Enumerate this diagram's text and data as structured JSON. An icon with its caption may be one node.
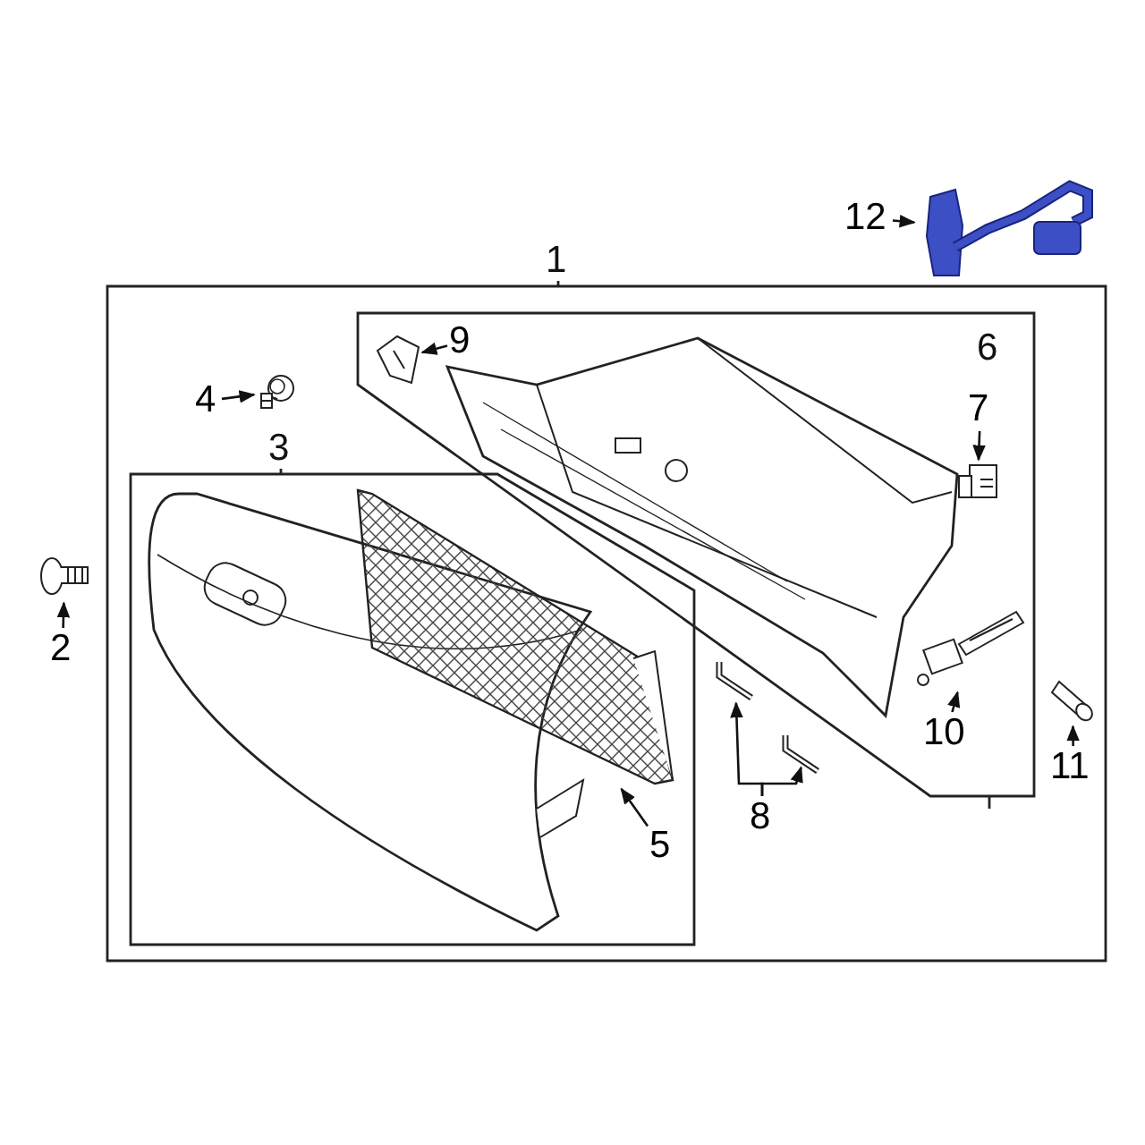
{
  "diagram": {
    "nodes": [
      {
        "text": [
          "1"
        ]
      },
      {
        "text": [
          "12"
        ]
      },
      {
        "text": [],
        "shape": "picture"
      },
      {
        "text": [
          "2"
        ]
      },
      {
        "text": [],
        "shape": "picture"
      },
      {
        "text": [
          "4"
        ],
        "in": 0
      },
      {
        "text": [],
        "shape": "picture",
        "in": 0
      },
      {
        "text": [
          "3"
        ],
        "in": 0
      },
      {
        "text": [],
        "shape": "picture",
        "in": 7
      },
      {
        "text": [],
        "shape": "picture",
        "in": 7
      },
      {
        "text": [
          "5"
        ],
        "in": 7
      },
      {
        "text": [
          "6"
        ],
        "in": 0
      },
      {
        "text": [
          "9"
        ],
        "in": 11
      },
      {
        "text": [],
        "shape": "picture",
        "in": 11
      },
      {
        "text": [],
        "shape": "picture",
        "in": 11
      },
      {
        "text": [
          "7"
        ],
        "in": 11
      },
      {
        "text": [],
        "shape": "picture",
        "in": 11
      },
      {
        "text": [],
        "shape": "picture",
        "in": 11
      },
      {
        "text": [
          "10"
        ],
        "in": 11
      },
      {
        "text": [],
        "shape": "picture",
        "in": 0
      },
      {
        "text": [],
        "shape": "picture",
        "in": 0
      },
      {
        "text": [
          "8"
        ],
        "in": 0
      },
      {
        "text": [],
        "shape": "picture",
        "in": 0
      },
      {
        "text": [
          "11"
        ],
        "in": 0
      }
    ],
    "edges": [
      {
        "from": 1,
        "to": 2,
        "arrow": "to"
      },
      {
        "from": 3,
        "to": 4,
        "arrow": "to"
      },
      {
        "from": 5,
        "to": 6,
        "arrow": "to"
      },
      {
        "from": 10,
        "to": 9,
        "arrow": "to"
      },
      {
        "from": 12,
        "to": 13,
        "arrow": "to"
      },
      {
        "from": 15,
        "to": 16,
        "arrow": "to"
      },
      {
        "from": 18,
        "to": 17,
        "arrow": "to"
      },
      {
        "from": 21,
        "to": 19,
        "arrow": "to"
      },
      {
        "from": 21,
        "to": 20,
        "arrow": "to"
      },
      {
        "from": 23,
        "to": 22,
        "arrow": "to"
      }
    ]
  }
}
